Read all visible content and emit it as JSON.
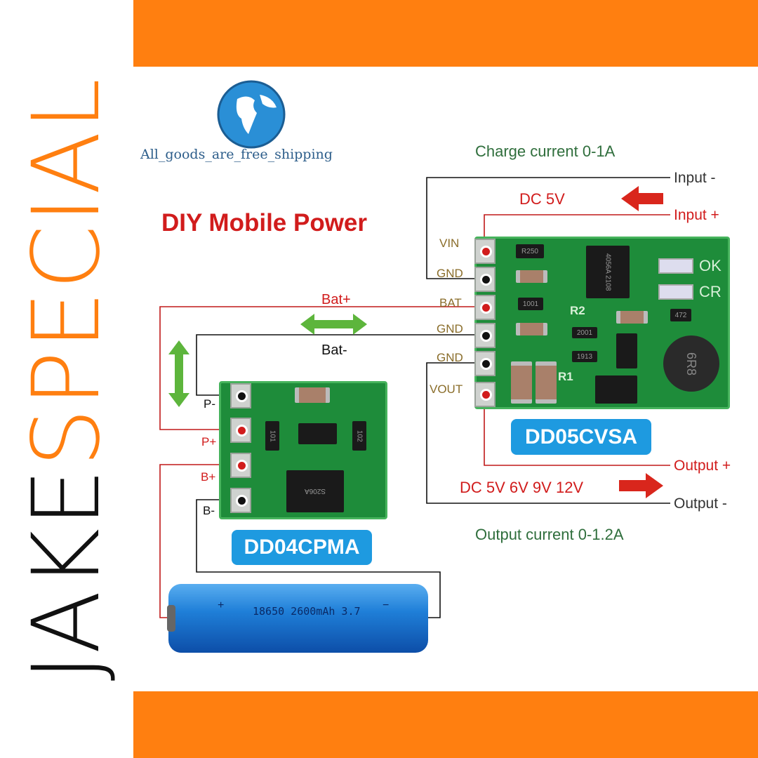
{
  "brand": {
    "part1": "JAKE",
    "part2": "SPECIAL"
  },
  "logo": {
    "caption": "All_goods_are_free_shipping"
  },
  "title": "DIY Mobile Power",
  "charge_current": "Charge current 0-1A",
  "input_minus": "Input -",
  "input_plus": "Input +",
  "dc_in": "DC 5V",
  "output_plus": "Output +",
  "output_minus": "Output -",
  "dc_out": "DC 5V 6V 9V 12V",
  "output_current": "Output current 0-1.2A",
  "bat_plus": "Bat+",
  "bat_minus": "Bat-",
  "board_right": {
    "name": "DD05CVSA",
    "pins": [
      "VIN",
      "GND",
      "BAT",
      "GND",
      "GND",
      "VOUT"
    ],
    "chip": "4056A 2108",
    "inductor": "6R8",
    "resistors": [
      "R250",
      "1001",
      "2001",
      "1913",
      "472"
    ],
    "leds": [
      "OK",
      "CR"
    ],
    "silk": [
      "R2",
      "R1"
    ]
  },
  "board_left": {
    "name": "DD04CPMA",
    "pins": [
      "P-",
      "P+",
      "B+",
      "B-"
    ],
    "chip": "S206A",
    "resistors": [
      "101",
      "102"
    ]
  },
  "battery": {
    "label": "18650 2600mAh 3.7",
    "plus": "+",
    "minus": "−"
  },
  "colors": {
    "orange": "#ff7f10",
    "tag_blue": "#1e9ae0",
    "wire_red": "#d11c1c",
    "arrow_green": "#5db53c"
  }
}
